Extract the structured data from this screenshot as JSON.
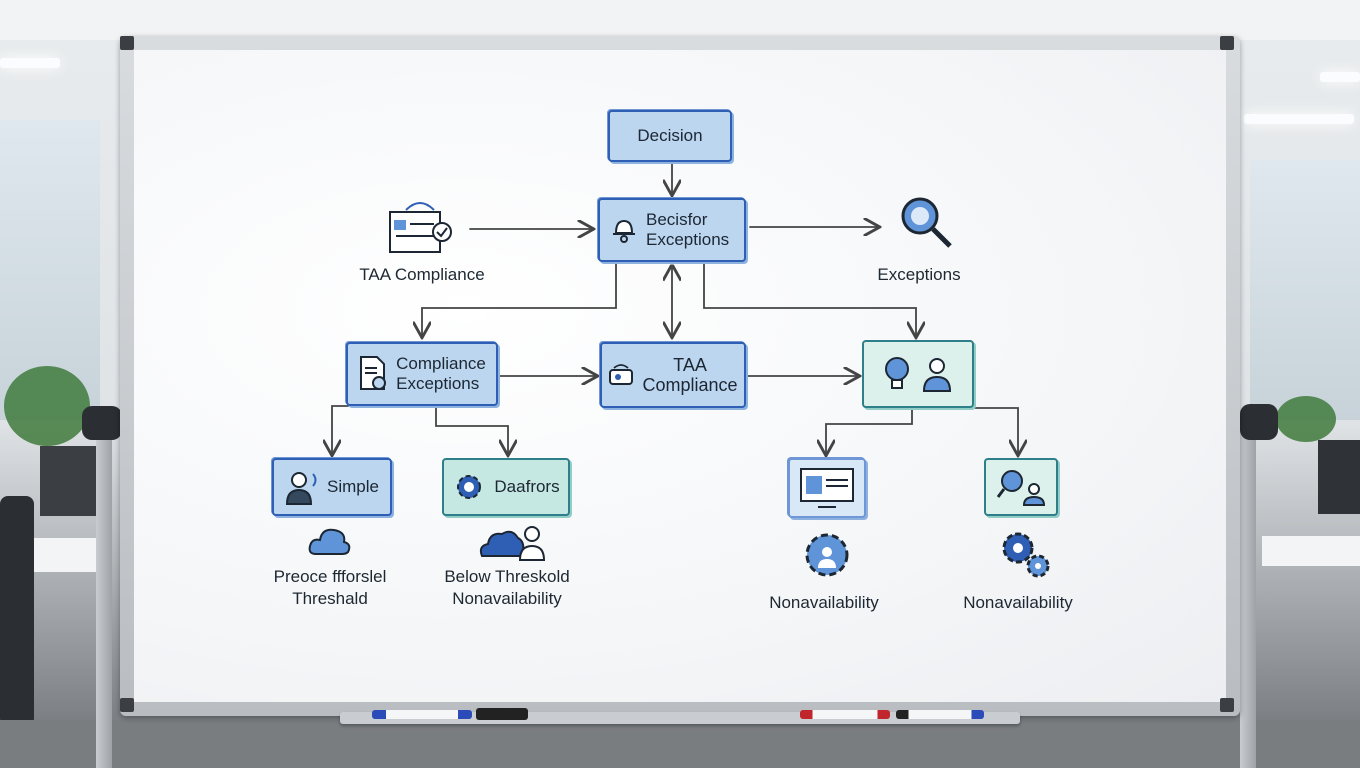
{
  "nodes": {
    "decision": "Decision",
    "center": [
      "Becisfor",
      "Exceptions"
    ],
    "compliance_exceptions": [
      "Compliance",
      "Exceptions"
    ],
    "taa_compliance_box": [
      "TAA",
      "Compliance"
    ],
    "simple": "Simple",
    "daafrors": "Daafrors"
  },
  "labels": {
    "taa_compliance": "TAA Compliance",
    "exceptions": "Exceptions",
    "preoce": [
      "Preoce ffforslel",
      "Threshald"
    ],
    "below_threshold": [
      "Below Threskold",
      "Nonavailability"
    ],
    "nonavail_1": "Nonavailability",
    "nonavail_2": "Nonavailability"
  },
  "icons": [
    "document-check-icon",
    "magnifier-icon",
    "bell-gear-icon",
    "file-lock-icon",
    "id-card-icon",
    "lightbulb-icon",
    "person-icon",
    "gear-icon",
    "cloud-icon",
    "group-icon",
    "monitor-icon",
    "gear-cluster-icon"
  ],
  "colors": {
    "box_fill": "#bcd6f0",
    "box_stroke": "#2f5fb5",
    "teal_fill": "#c6e8e3",
    "teal_stroke": "#2f7f8a",
    "ink": "#444444"
  }
}
